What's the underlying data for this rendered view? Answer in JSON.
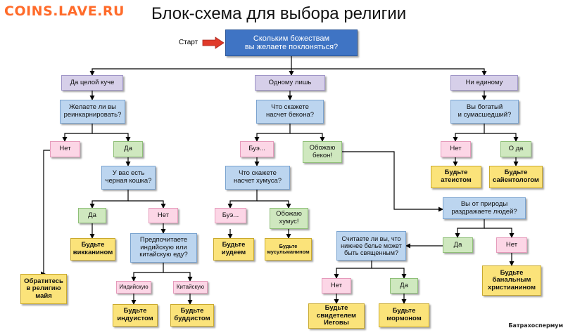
{
  "watermark": "COINS.LAVE.RU",
  "title": "Блок-схема для выбора религии",
  "credit": "Батрахоспермум",
  "start_label": "Старт",
  "nodes": {
    "q_start": "Скольким божествам\nвы желаете поклоняться?",
    "a_many": "Да целой куче",
    "a_one": "Одному лишь",
    "a_none": "Ни единому",
    "q_reinc": "Желаете ли вы\nреинкарнировать?",
    "q_bacon": "Что скажете\nнасчет бекона?",
    "q_rich": "Вы богатый\nи сумасшедший?",
    "a_reinc_no": "Нет",
    "a_reinc_yes": "Да",
    "a_bacon_eww": "Буэ...",
    "a_bacon_love": "Обожаю\nбекон!",
    "a_rich_no": "Нет",
    "a_rich_yes": "О да",
    "q_cat": "У вас есть\nчерная кошка?",
    "q_hummus": "Что скажете\nнасчет хумуса?",
    "r_atheist": "Будьте\nатеистом",
    "r_scientologist": "Будьте\nсайентологом",
    "q_nature": "Вы от природы\nраздражаете людей?",
    "a_cat_yes": "Да",
    "a_cat_no": "Нет",
    "a_hummus_eww": "Буэ...",
    "a_hummus_love": "Обожаю\nхумус!",
    "r_wiccan": "Будьте\nвикканином",
    "q_food": "Предпочитаете\nиндийскую или\nкитайскую еду?",
    "r_jew": "Будьте\nиудеем",
    "r_muslim": "Будьте\nмусульманином",
    "q_underwear": "Считаете ли вы, что\nнижнее белье может\nбыть священным?",
    "a_nature_yes": "Да",
    "a_nature_no": "Нет",
    "r_mayan": "Обратитесь\nв религию\nмайя",
    "a_indian": "Индийскую",
    "a_chinese": "Китайскую",
    "r_christian": "Будьте\nбанальным\nхристианином",
    "a_under_no": "Нет",
    "a_under_yes": "Да",
    "r_hindu": "Будьте\nиндуистом",
    "r_buddhist": "Будьте\nбуддистом",
    "r_jw": "Будьте\nсвидетелем\nИеговы",
    "r_mormon": "Будьте\nмормоном"
  },
  "colors": {
    "start": "#3f74c4",
    "question": "#bcd5ef",
    "answer_level1": "#d6cfe9",
    "answer_no": "#fcd6e6",
    "answer_yes": "#cfe8bf",
    "result": "#fbe37a",
    "start_arrow": "#e03a2a"
  }
}
